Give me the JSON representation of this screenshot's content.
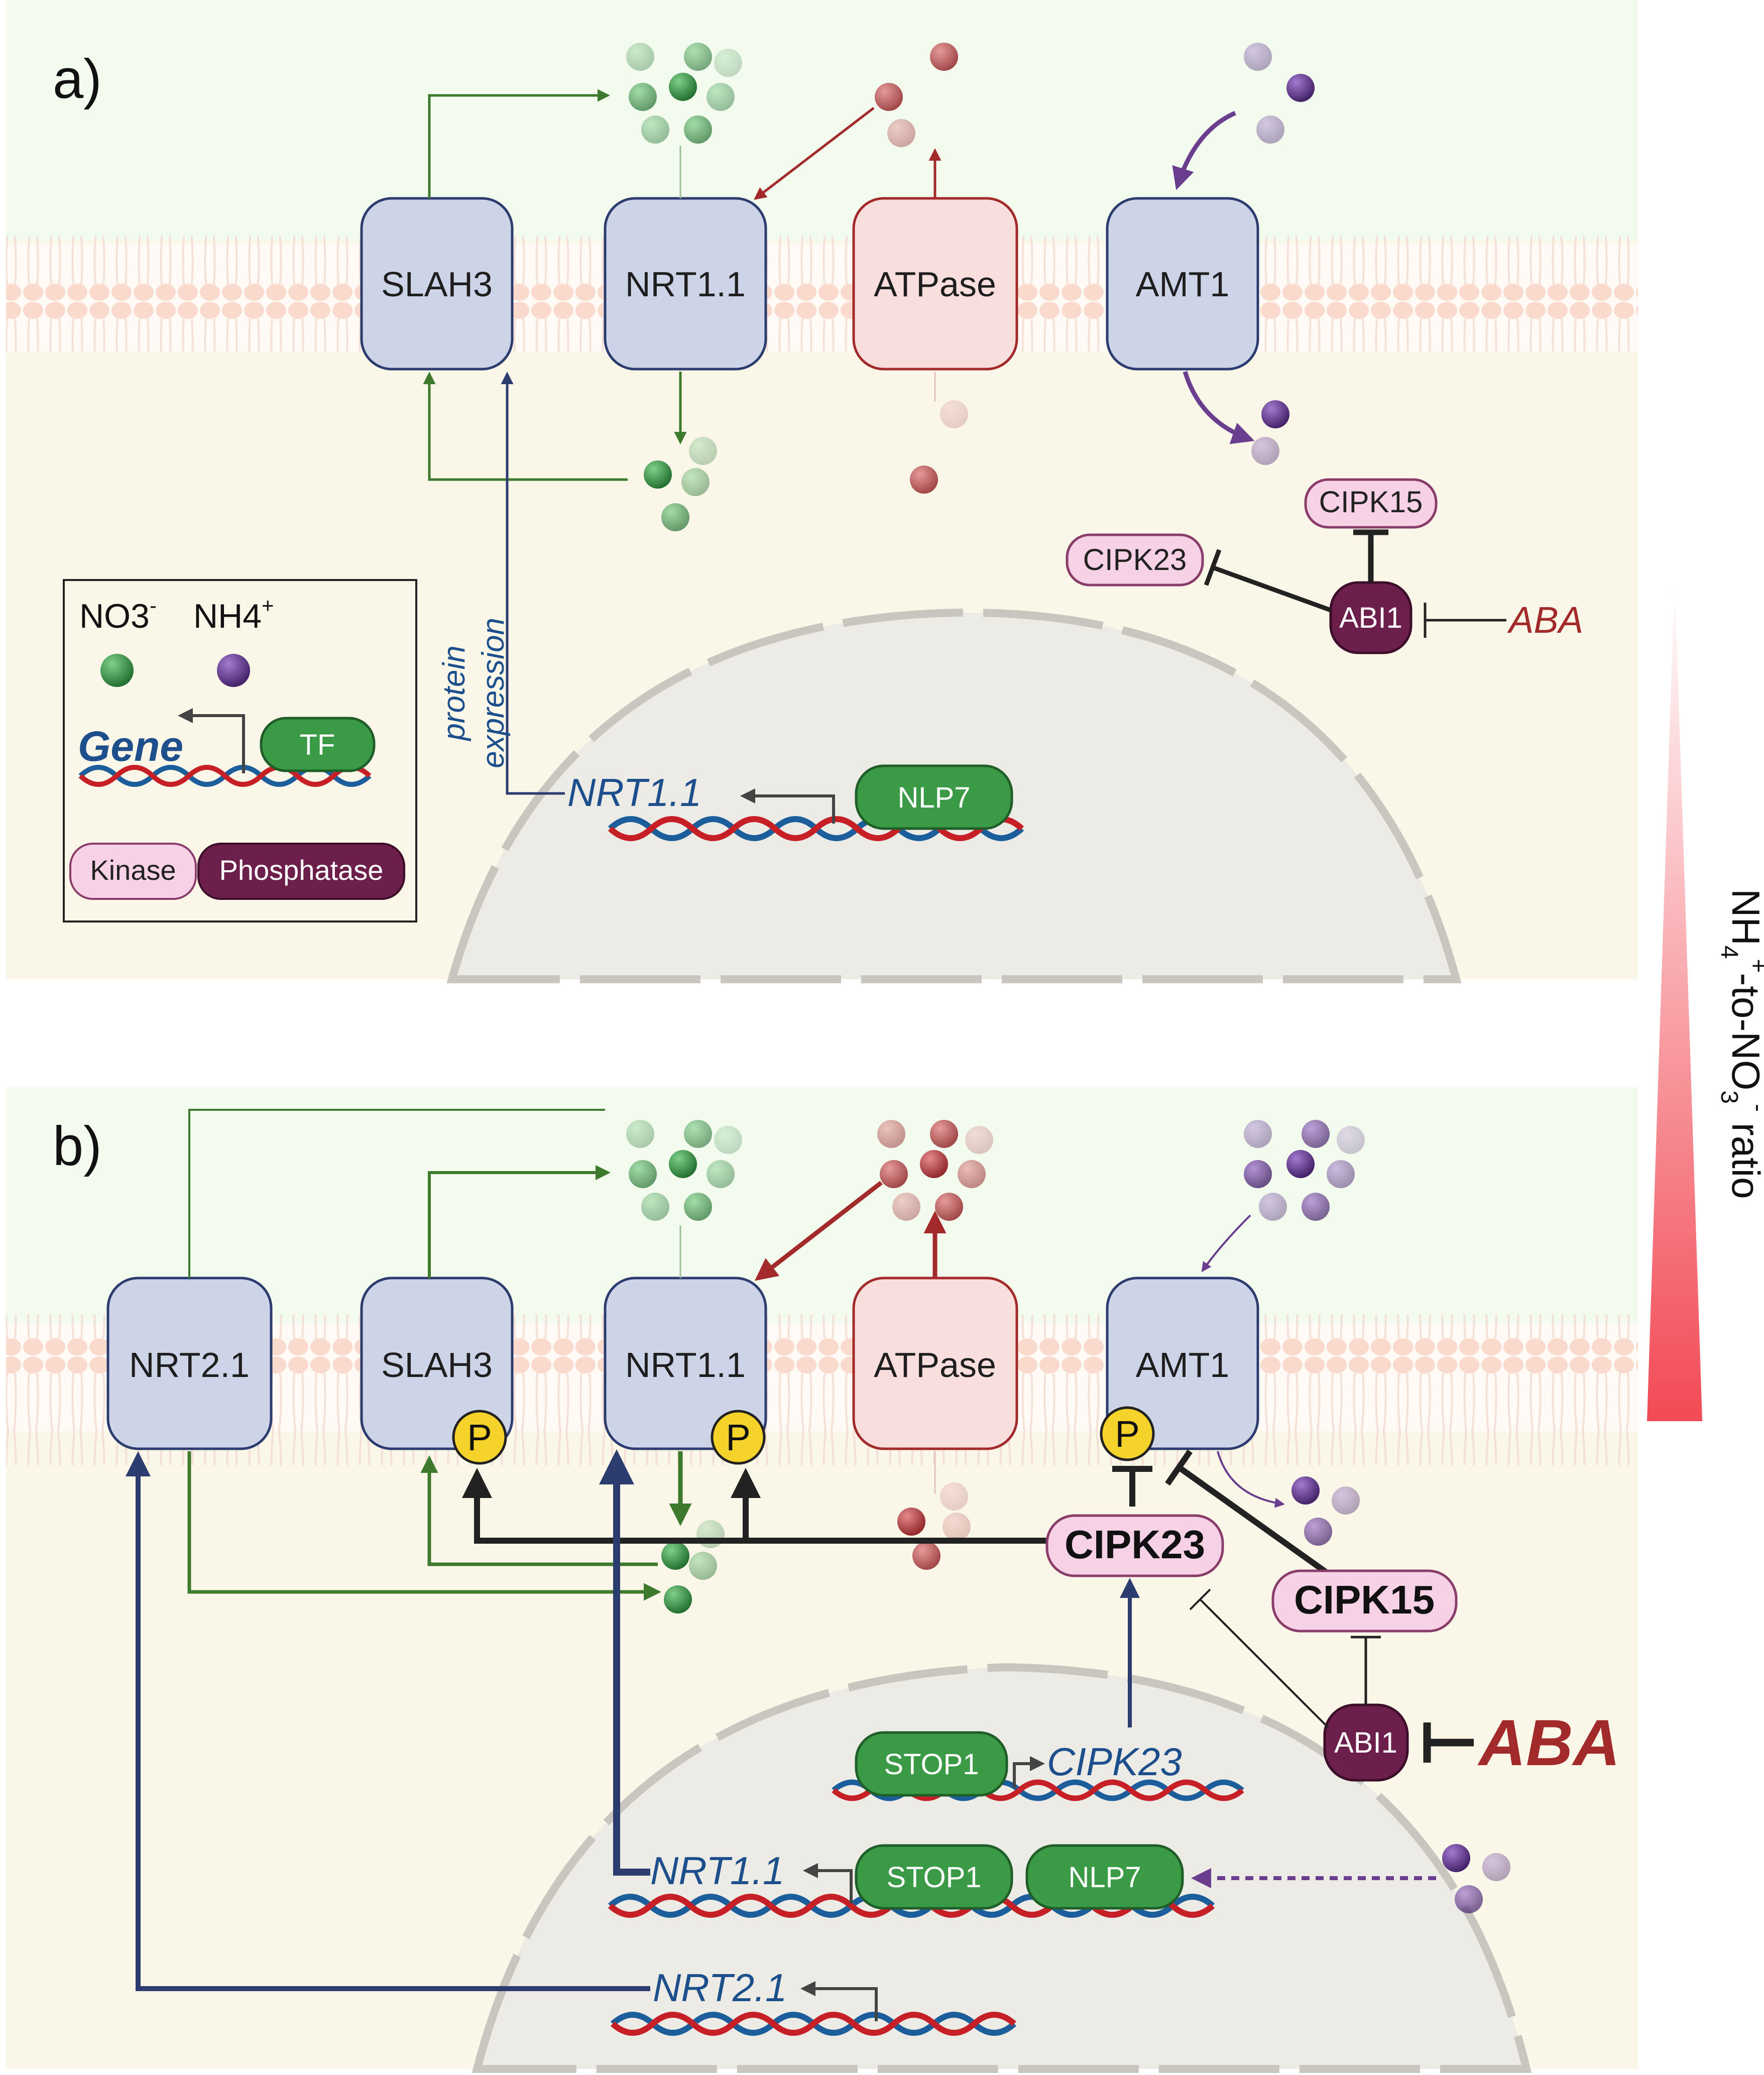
{
  "panel_a": {
    "letter": "a)",
    "transporters": [
      "SLAH3",
      "NRT1.1",
      "ATPase",
      "AMT1"
    ],
    "genes": [
      "NRT1.1"
    ],
    "tfs": [
      "NLP7"
    ],
    "kinases": [
      "CIPK15",
      "CIPK23"
    ],
    "phosphatase": "ABI1",
    "hormone": "ABA",
    "protein_expression": [
      "protein",
      "expression"
    ]
  },
  "panel_b": {
    "letter": "b)",
    "transporters": [
      "NRT2.1",
      "SLAH3",
      "NRT1.1",
      "ATPase",
      "AMT1"
    ],
    "phospho": "P",
    "genes": [
      "CIPK23",
      "NRT1.1",
      "NRT2.1"
    ],
    "tfs": [
      "STOP1",
      "STOP1",
      "NLP7"
    ],
    "kinases": [
      "CIPK23",
      "CIPK15"
    ],
    "phosphatase": "ABI1",
    "hormone": "ABA"
  },
  "legend": {
    "no3": "NO3",
    "no3_sup": "-",
    "nh4": "NH4",
    "nh4_sup": "+",
    "gene": "Gene",
    "tf": "TF",
    "kinase": "Kinase",
    "phosphatase": "Phosphatase"
  },
  "gradient_label": {
    "a": "NH",
    "a_sub": "4",
    "a_sup": "+",
    "b": "-to-NO",
    "b_sub": "3",
    "b_sup": "-",
    "c": " ratio"
  },
  "colors": {
    "nitrate": "#2e8b3e",
    "ammonium": "#6a3d8f",
    "proton": "#b83a3f",
    "transporter": "#cdd4e8",
    "atpase": "#f9dede",
    "kinase": "#f7d2e6",
    "phosphatase": "#6b1f4a",
    "tf": "#3a9a45",
    "arrow_blue": "#2c3c6e",
    "arrow_green": "#3e7a2e",
    "aba": "#a32a2a",
    "phospho": "#f5d32a"
  }
}
